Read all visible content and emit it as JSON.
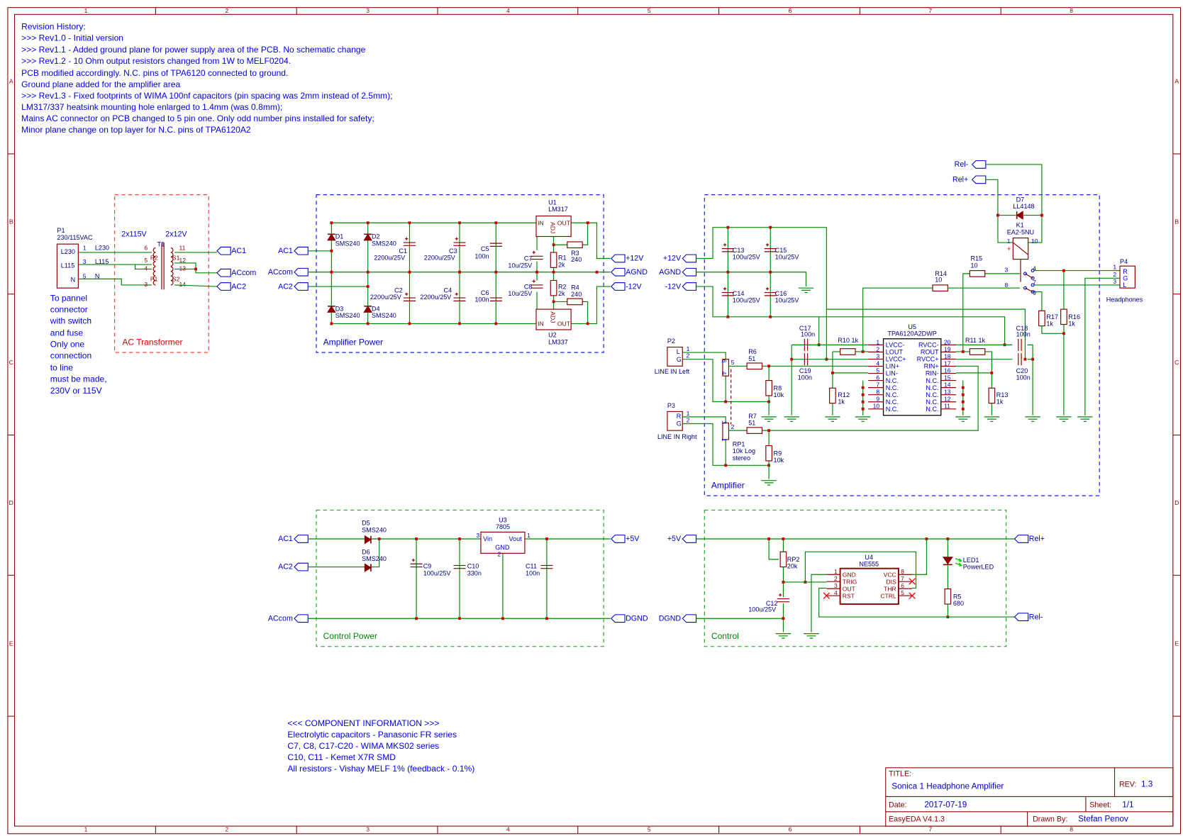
{
  "revision_history": [
    "Revision History:",
    ">>> Rev1.0 - Initial version",
    ">>> Rev1.1 - Added ground plane for power supply area of the PCB. No schematic change",
    ">>> Rev1.2 - 10 Ohm output resistors changed from 1W to MELF0204.",
    "PCB modified accordingly. N.C. pins of TPA6120 connected to ground.",
    "Ground plane added for the amplifier area",
    ">>> Rev1.3 - Fixed footprints of WIMA 100nf capacitors (pin spacing was 2mm instead of 2.5mm);",
    "LM317/337 heatsink mounting hole enlarged to 1.4mm (was 0.8mm);",
    "Mains AC connector on PCB changed to 5 pin one. Only odd number pins installed for safety;",
    "Minor plane change on top layer for N.C. pins of TPA6120A2"
  ],
  "frame": {
    "columns": [
      "1",
      "2",
      "3",
      "4",
      "5",
      "6",
      "7",
      "8"
    ],
    "rows": [
      "A",
      "B",
      "C",
      "D",
      "E"
    ]
  },
  "title_block": {
    "title_label": "TITLE:",
    "title": "Sonica 1 Headphone Amplifier",
    "rev_label": "REV:",
    "rev": "1.3",
    "date_label": "Date:",
    "date": "2017-07-19",
    "sheet_label": "Sheet:",
    "sheet": "1/1",
    "software": "EasyEDA V4.1.3",
    "drawn_by_label": "Drawn By:",
    "drawn_by": "Stefan Penov"
  },
  "component_info": [
    "<<< COMPONENT INFORMATION >>>",
    "Electrolytic capacitors - Panasonic FR series",
    "C7, C8, C17-C20 - WIMA MKS02 series",
    "C10, C11 - Kemet X7R SMD",
    "All resistors - Vishay MELF 1% (feedback - 0.1%)"
  ],
  "blocks": {
    "ac_transformer": "AC Transformer",
    "amplifier_power": "Amplifier Power",
    "amplifier": "Amplifier",
    "control_power": "Control Power",
    "control": "Control"
  },
  "ac": {
    "p1": {
      "ref": "P1",
      "value": "230/115VAC",
      "pins": [
        "L230",
        "L115",
        "N"
      ],
      "pin_numbers": [
        "1",
        "3",
        "5"
      ]
    },
    "wire_labels": [
      "L230",
      "L115",
      "N"
    ],
    "t1": {
      "ref": "T1",
      "primary": "2x115V",
      "secondary": "2x12V",
      "pin_numbers": [
        "6",
        "5",
        "4",
        "3",
        "11",
        "12",
        "13",
        "14"
      ],
      "coil_labels": [
        "P2",
        "P1",
        "S1",
        "S2"
      ]
    },
    "note": [
      "To pannel",
      "connector",
      "with switch",
      "and fuse",
      "Only one",
      "connection",
      "to line",
      "must be made,",
      "230V or 115V"
    ]
  },
  "nets": {
    "ac1": "AC1",
    "accom": "ACcom",
    "ac2": "AC2",
    "p12": "+12V",
    "agnd": "AGND",
    "m12": "-12V",
    "relm": "Rel-",
    "relp": "Rel+",
    "p5": "+5V",
    "dgnd": "DGND"
  },
  "parts": {
    "D1": {
      "ref": "D1",
      "value": "SMS240"
    },
    "D2": {
      "ref": "D2",
      "value": "SMS240"
    },
    "D3": {
      "ref": "D3",
      "value": "SMS240"
    },
    "D4": {
      "ref": "D4",
      "value": "SMS240"
    },
    "D5": {
      "ref": "D5",
      "value": "SMS240"
    },
    "D6": {
      "ref": "D6",
      "value": "SMS240"
    },
    "D7": {
      "ref": "D7",
      "value": "LL4148"
    },
    "C1": {
      "ref": "C1",
      "value": "2200u/25V"
    },
    "C2": {
      "ref": "C2",
      "value": "2200u/25V"
    },
    "C3": {
      "ref": "C3",
      "value": "2200u/25V"
    },
    "C4": {
      "ref": "C4",
      "value": "2200u/25V"
    },
    "C5": {
      "ref": "C5",
      "value": "100n"
    },
    "C6": {
      "ref": "C6",
      "value": "100n"
    },
    "C7": {
      "ref": "C7",
      "value": "10u/25V"
    },
    "C8": {
      "ref": "C8",
      "value": "10u/25V"
    },
    "C9": {
      "ref": "C9",
      "value": "100u/25V"
    },
    "C10": {
      "ref": "C10",
      "value": "330n"
    },
    "C11": {
      "ref": "C11",
      "value": "100n"
    },
    "C12": {
      "ref": "C12",
      "value": "100u/25V"
    },
    "C13": {
      "ref": "C13",
      "value": "100u/25V"
    },
    "C14": {
      "ref": "C14",
      "value": "100u/25V"
    },
    "C15": {
      "ref": "C15",
      "value": "10u/25V"
    },
    "C16": {
      "ref": "C16",
      "value": "10u/25V"
    },
    "C17": {
      "ref": "C17",
      "value": "100n"
    },
    "C18": {
      "ref": "C18",
      "value": "100n"
    },
    "C19": {
      "ref": "C19",
      "value": "100n"
    },
    "C20": {
      "ref": "C20",
      "value": "100n"
    },
    "R1": {
      "ref": "R1",
      "value": "2k"
    },
    "R2": {
      "ref": "R2",
      "value": "2k"
    },
    "R3": {
      "ref": "R3",
      "value": "240"
    },
    "R4": {
      "ref": "R4",
      "value": "240"
    },
    "R5": {
      "ref": "R5",
      "value": "680"
    },
    "R6": {
      "ref": "R6",
      "value": "51"
    },
    "R7": {
      "ref": "R7",
      "value": "51"
    },
    "R8": {
      "ref": "R8",
      "value": "10k"
    },
    "R9": {
      "ref": "R9",
      "value": "10k"
    },
    "R10": {
      "ref": "R10 1k",
      "value": ""
    },
    "R11": {
      "ref": "R11  1k",
      "value": ""
    },
    "R12": {
      "ref": "R12",
      "value": "1k"
    },
    "R13": {
      "ref": "R13",
      "value": "1k"
    },
    "R14": {
      "ref": "R14",
      "value": "10"
    },
    "R15": {
      "ref": "R15",
      "value": "10"
    },
    "R16": {
      "ref": "R16",
      "value": "1k"
    },
    "R17": {
      "ref": "R17",
      "value": "1k"
    },
    "RP1": {
      "ref": "RP1",
      "value": "10k Log",
      "extra": "stereo",
      "pins": [
        "6",
        "5",
        "4",
        "3",
        "2",
        "1"
      ]
    },
    "RP2": {
      "ref": "RP2",
      "value": "20k"
    },
    "LED1": {
      "ref": "LED1",
      "value": "PowerLED"
    },
    "K1": {
      "ref": "K1",
      "value": "EA2-5NU",
      "pins": [
        "1",
        "10",
        "3",
        "4",
        "8",
        "7",
        "9"
      ]
    },
    "P2": {
      "ref": "P2",
      "pins": [
        "L",
        "G"
      ],
      "pin_numbers": [
        "1",
        "2"
      ],
      "desc": "LINE IN Left"
    },
    "P3": {
      "ref": "P3",
      "pins": [
        "R",
        "G"
      ],
      "pin_numbers": [
        "1",
        "2"
      ],
      "desc": "LINE IN Right"
    },
    "P4": {
      "ref": "P4",
      "pins": [
        "R",
        "G",
        "L"
      ],
      "pin_numbers": [
        "1",
        "2",
        "3"
      ],
      "desc": "Headphones"
    },
    "U1": {
      "ref": "U1",
      "value": "LM317",
      "pins": [
        "IN",
        "OUT",
        "ADJ"
      ]
    },
    "U2": {
      "ref": "U2",
      "value": "LM337",
      "pins": [
        "IN",
        "OUT",
        "ADJ"
      ]
    },
    "U3": {
      "ref": "U3",
      "value": "7805",
      "pins": [
        "Vin",
        "Vout",
        "GND"
      ],
      "pin_numbers": [
        "3",
        "1",
        "2"
      ]
    },
    "U4": {
      "ref": "U4",
      "value": "NE555",
      "left_pins": [
        {
          "n": "1",
          "name": "GND"
        },
        {
          "n": "2",
          "name": "TRIG"
        },
        {
          "n": "3",
          "name": "OUT"
        },
        {
          "n": "4",
          "name": "RST"
        }
      ],
      "right_pins": [
        {
          "n": "8",
          "name": "VCC"
        },
        {
          "n": "7",
          "name": "DIS"
        },
        {
          "n": "6",
          "name": "THR"
        },
        {
          "n": "5",
          "name": "CTRL"
        }
      ]
    },
    "U5": {
      "ref": "U5",
      "value": "TPA6120A2DWP",
      "left_pins": [
        {
          "n": "1",
          "name": "LVCC-"
        },
        {
          "n": "2",
          "name": "LOUT"
        },
        {
          "n": "3",
          "name": "LVCC+"
        },
        {
          "n": "4",
          "name": "LIN+"
        },
        {
          "n": "5",
          "name": "LIN-"
        },
        {
          "n": "6",
          "name": "N.C."
        },
        {
          "n": "7",
          "name": "N.C."
        },
        {
          "n": "8",
          "name": "N.C."
        },
        {
          "n": "9",
          "name": "N.C."
        },
        {
          "n": "10",
          "name": "N.C."
        }
      ],
      "right_pins": [
        {
          "n": "20",
          "name": "RVCC-"
        },
        {
          "n": "19",
          "name": "ROUT"
        },
        {
          "n": "18",
          "name": "RVCC+"
        },
        {
          "n": "17",
          "name": "RIN+"
        },
        {
          "n": "16",
          "name": "RIN-"
        },
        {
          "n": "15",
          "name": "N.C."
        },
        {
          "n": "14",
          "name": "N.C."
        },
        {
          "n": "13",
          "name": "N.C."
        },
        {
          "n": "12",
          "name": "N.C."
        },
        {
          "n": "11",
          "name": "N.C."
        }
      ]
    }
  },
  "colors": {
    "wire": "#008800",
    "component": "#880000",
    "label": "#0000cc",
    "frame": "#880000"
  }
}
